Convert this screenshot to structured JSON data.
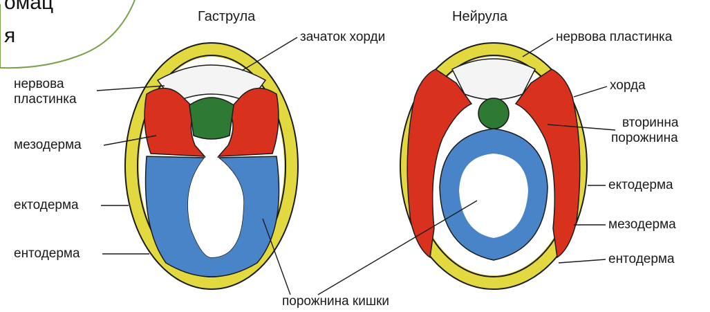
{
  "callout": {
    "line1": "омац",
    "line2": "я"
  },
  "titles": {
    "gastrula": "Гаструла",
    "neurula": "Нейрула"
  },
  "gastrula_labels": {
    "chord_primordium": "зачаток хорди",
    "neural_plate_line1": "нервова",
    "neural_plate_line2": "пластинка",
    "mesoderm": "мезодерма",
    "ectoderm": "ектодерма",
    "endoderm": "ентодерма"
  },
  "neurula_labels": {
    "neural_plate": "нервова пластинка",
    "chorda": "хорда",
    "secondary_cavity_line1": "вторинна",
    "secondary_cavity_line2": "порожнина",
    "ectoderm": "ектодерма",
    "mesoderm": "мезодерма",
    "endoderm": "ентодерма"
  },
  "shared_labels": {
    "gut_cavity": "порожнина кишки"
  },
  "colors": {
    "ectoderm": "#e2d840",
    "mesoderm": "#d8321e",
    "endoderm": "#4a84c8",
    "chorda": "#2e7a34",
    "cell_outline": "#1b1b1b"
  }
}
